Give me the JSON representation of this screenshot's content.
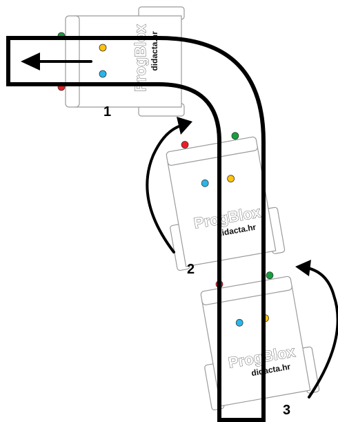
{
  "diagram": {
    "brand_text": "ProgBlox",
    "site_text": "didacta.hr",
    "positions": [
      {
        "number": "1"
      },
      {
        "number": "2"
      },
      {
        "number": "3"
      }
    ],
    "sensor_colors": {
      "red": "#ee1c24",
      "green": "#15a03c",
      "yellow": "#ffc20e",
      "blue": "#29b6e9"
    },
    "line_color": "#000000"
  }
}
